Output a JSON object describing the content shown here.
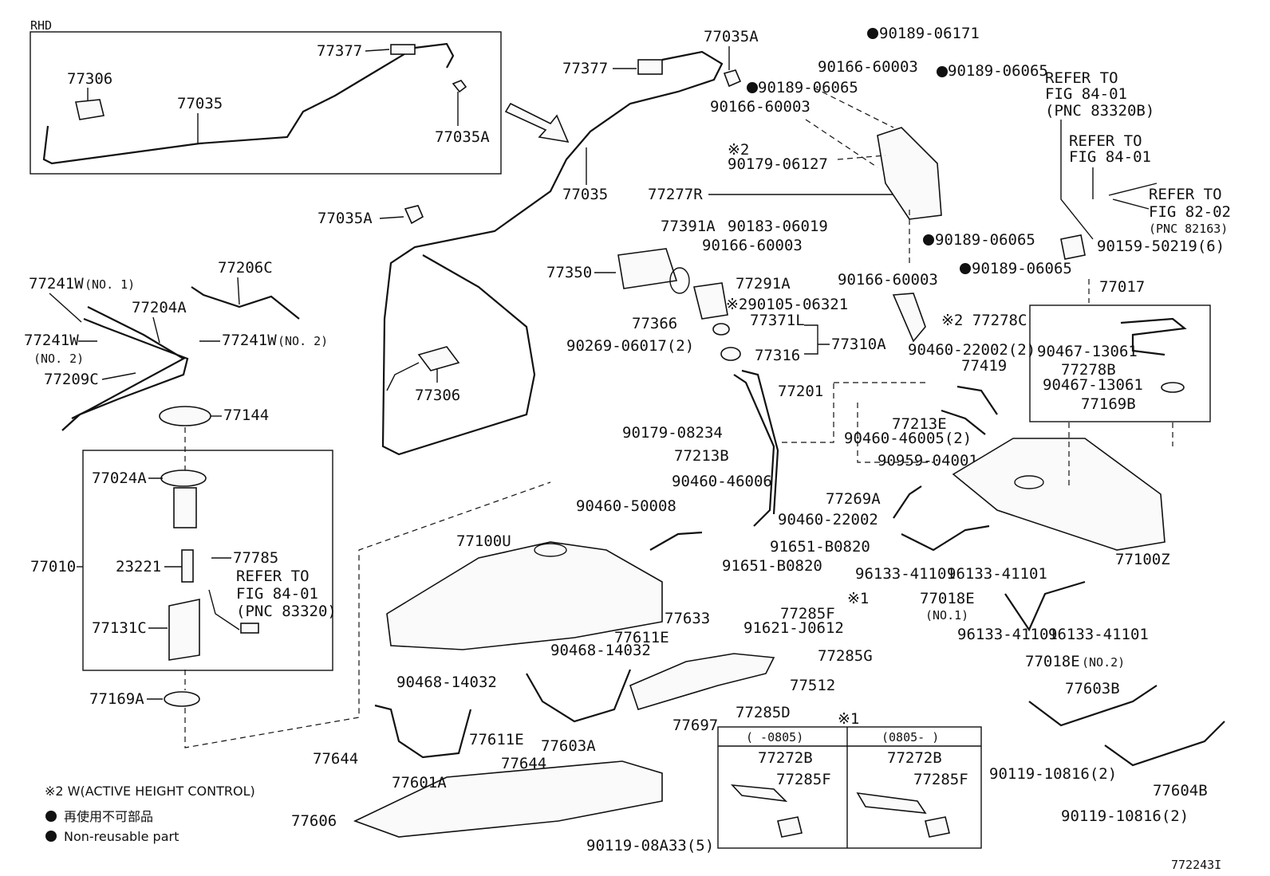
{
  "header": {
    "corner_tag": "RHD",
    "figure_code": "772243I"
  },
  "labels": {
    "l77377a": "77377",
    "l77306a": "77306",
    "l77035a": "77035",
    "l77035A_a": "77035A",
    "l77035A_b": "77035A",
    "l77377b": "77377",
    "l77035b": "77035",
    "l77035A_c": "77035A",
    "l77306b": "77306",
    "l77241w1": "77241W",
    "l77241w1n": "(NO. 1)",
    "l77204A": "77204A",
    "l77206C": "77206C",
    "l77241w2a": "77241W",
    "l77241w2n": "(NO. 2)",
    "l77241w2b": "77241W",
    "l77241w2bn": "(NO. 2)",
    "l77209C": "77209C",
    "l77144": "77144",
    "l77024A": "77024A",
    "l77010": "77010",
    "l23221": "23221",
    "l77785": "77785",
    "l_ref1": "REFER TO",
    "l_fig1": "FIG 84-01",
    "l_pnc1": "(PNC 83320)",
    "l77131C": "77131C",
    "l77169A": "77169A",
    "n90189_06171": "90189-06171",
    "n90166_60003a": "90166-60003",
    "n90189_06065a": "90189-06065",
    "n90189_06065b": "90189-06065",
    "n90166_60003b": "90166-60003",
    "n_mark2a": "※2",
    "n90179_06127": "90179-06127",
    "n77277R": "77277R",
    "n90183_06019": "90183-06019",
    "n90166_60003c": "90166-60003",
    "n90189_06065c": "90189-06065",
    "n90166_60003d": "90166-60003",
    "n90189_06065d": "90189-06065",
    "n77391A": "77391A",
    "n77350": "77350",
    "n77291A": "77291A",
    "n290105": "※290105-06321",
    "n77366": "77366",
    "n77371L": "77371L",
    "n90269": "90269-06017(2)",
    "n77316": "77316",
    "n77310A": "77310A",
    "n77278C": "※2 77278C",
    "n90460_22002_2": "90460-22002(2)",
    "n77419": "77419",
    "n77201": "77201",
    "n77213E": "77213E",
    "n90460_46005": "90460-46005(2)",
    "n90179_08234": "90179-08234",
    "n77213B": "77213B",
    "n90959": "90959-04001",
    "n90460_46006": "90460-46006",
    "n90460_50008": "90460-50008",
    "n77269A": "77269A",
    "n90460_22002": "90460-22002",
    "n77100U": "77100U",
    "n91651a": "91651-B0820",
    "n91651b": "91651-B0820",
    "n96133a": "96133-41101",
    "n96133b": "96133-41101",
    "n77018E1": "77018E",
    "n77018E1n": "(NO.1)",
    "n77100Z": "77100Z",
    "n_mark1": "※1",
    "n77285F": "77285F",
    "n77633": "77633",
    "n91621": "91621-J0612",
    "n96133c": "96133-41101",
    "n96133d": "96133-41101",
    "n77018E2": "77018E",
    "n77018E2n": "(NO.2)",
    "n77611E_a": "77611E",
    "n90468a": "90468-14032",
    "n77285G": "77285G",
    "n77512": "77512",
    "n90468b": "90468-14032",
    "n77611E_b": "77611E",
    "n77603A": "77603A",
    "n77697": "77697",
    "n77285D": "77285D",
    "n77644a": "77644",
    "n77601A": "77601A",
    "n77644b": "77644",
    "n77606": "77606",
    "n90119_08A33": "90119-08A33(5)",
    "n77603B": "77603B",
    "n90119_10816a": "90119-10816(2)",
    "n77604B": "77604B",
    "n90119_10816b": "90119-10816(2)",
    "r_ref1": "REFER TO",
    "r_fig1": "FIG 84-01",
    "r_pnc1": "(PNC 83320B)",
    "r_ref2": "REFER TO",
    "r_fig2": "FIG 84-01",
    "r_ref3": "REFER TO",
    "r_fig3": "FIG 82-02",
    "r_pnc3": "(PNC 82163)",
    "r90159": "90159-50219(6)",
    "r77017": "77017",
    "r90467a": "90467-13061",
    "r77278B": "77278B",
    "r90467b": "90467-13061",
    "r77169B": "77169B",
    "d_mark1": "※1",
    "d_col1": "(    -0805)",
    "d_col2": "(0805-    )",
    "d_72272B_a": "77272B",
    "d_77285F_a": "77285F",
    "d_72272B_b": "77272B",
    "d_77285F_b": "77285F"
  },
  "legend": {
    "note2": "※2 W(ACTIVE HEIGHT CONTROL)",
    "nonreuse_jp": "再使用不可部品",
    "nonreuse_en": "Non-reusable part"
  }
}
